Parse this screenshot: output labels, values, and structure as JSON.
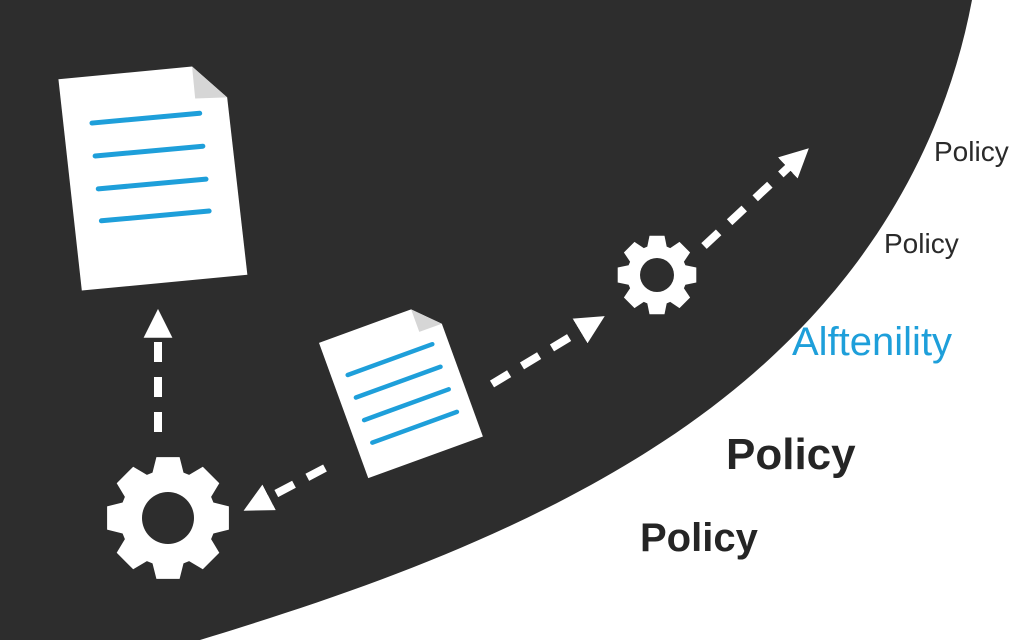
{
  "colors": {
    "background": "#ffffff",
    "dark_panel": "#2d2d2d",
    "document": "#ffffff",
    "document_fold": "#d6d6d6",
    "document_lines": "#1e9fda",
    "gear": "#ffffff",
    "arrows": "#ffffff",
    "label_dark": "#252525",
    "label_accent": "#1e9fda"
  },
  "icons": {
    "top_document": "document-icon",
    "middle_document": "document-icon",
    "bottom_gear": "gear-icon",
    "middle_gear": "gear-icon"
  },
  "labels": [
    "Policy",
    "Policy",
    "Alftenility",
    "Policy",
    "Policy"
  ]
}
